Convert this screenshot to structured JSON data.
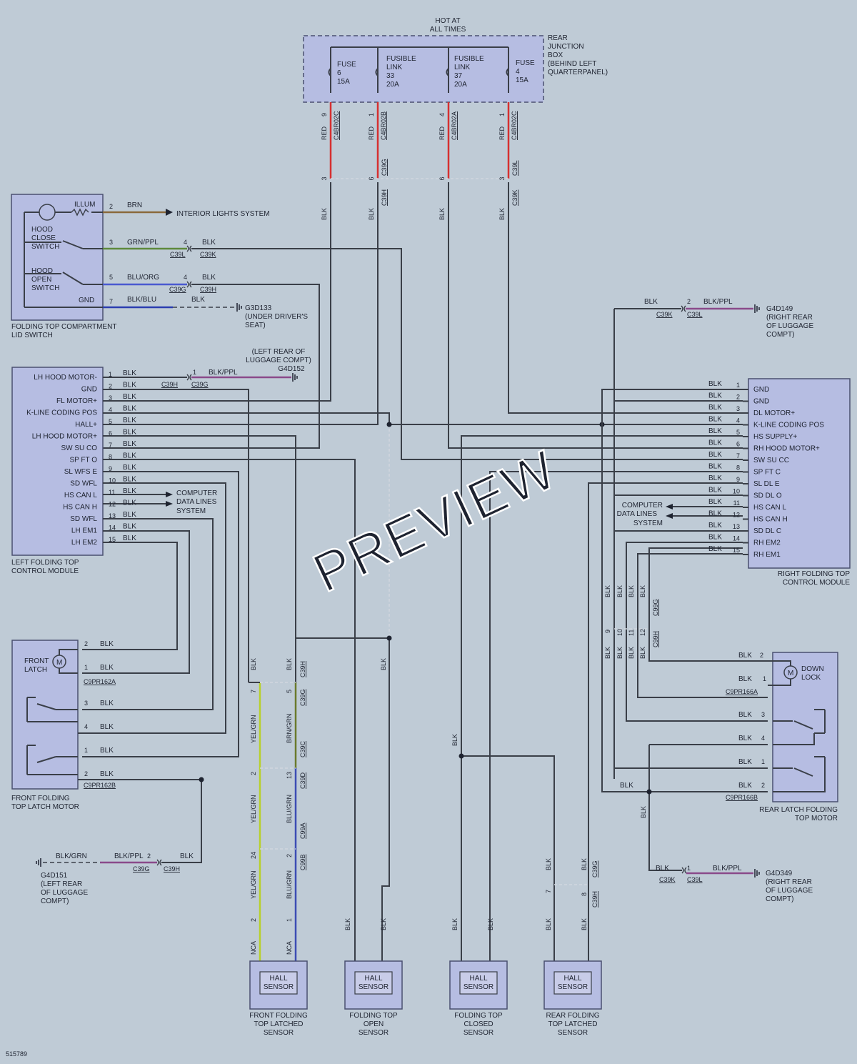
{
  "doc_id": "515789",
  "colors": {
    "red": "#d63030",
    "brn": "#8a6a3c",
    "grn_ppl": "#5e8a3c",
    "blu_org": "#4a5ad0",
    "blk_blu": "#2c3eb0",
    "blk_ppl": "#8a4a8a",
    "yel_grn": "#b8d02c",
    "brn_grn": "#6a7a2c",
    "blu_grn": "#3c4cb4",
    "wire": "#3a3f48"
  },
  "rjb": {
    "hot1": "HOT AT",
    "hot2": "ALL TIMES",
    "label": [
      "REAR",
      "JUNCTION",
      "BOX",
      "(BEHIND LEFT",
      "QUARTERPANEL)"
    ],
    "fuses": [
      {
        "l1": "FUSE",
        "l2": "6",
        "l3": "15A",
        "l4": "",
        "pin": "9",
        "conn": "C4BR02C",
        "color": "RED",
        "pin2": "3",
        "conn2": "",
        "blk": "BLK"
      },
      {
        "l1": "FUSIBLE",
        "l2": "LINK",
        "l3": "33",
        "l4": "20A",
        "pin": "1",
        "conn": "C4BR02B",
        "color": "RED",
        "pin2": "6",
        "conn2": "C39G",
        "conn3": "C39H",
        "blk": "BLK"
      },
      {
        "l1": "FUSIBLE",
        "l2": "LINK",
        "l3": "37",
        "l4": "20A",
        "pin": "4",
        "conn": "C4BR02A",
        "color": "RED",
        "pin2": "6",
        "conn2": "",
        "blk": "BLK"
      },
      {
        "l1": "FUSE",
        "l2": "4",
        "l3": "15A",
        "l4": "",
        "pin": "1",
        "conn": "C4BR02C",
        "color": "RED",
        "pin2": "3",
        "conn2": "C39L",
        "conn3": "C39K",
        "blk": "BLK"
      }
    ]
  },
  "lid": {
    "illum": "ILLUM",
    "hood_close": [
      "HOOD",
      "CLOSE",
      "SWITCH"
    ],
    "hood_open": [
      "HOOD",
      "OPEN",
      "SWITCH"
    ],
    "gnd": "GND",
    "name": [
      "FOLDING TOP COMPARTMENT",
      "LID SWITCH"
    ],
    "pins": [
      {
        "pin": "2",
        "wire": "BRN",
        "dest": "INTERIOR LIGHTS SYSTEM"
      },
      {
        "pin": "3",
        "wire": "GRN/PPL",
        "cpin": "4",
        "c1": "C39L",
        "c2": "C39K",
        "blk": "BLK"
      },
      {
        "pin": "5",
        "wire": "BLU/ORG",
        "cpin": "4",
        "c1": "C39G",
        "c2": "C39H",
        "blk": "BLK"
      },
      {
        "pin": "7",
        "wire": "BLK/BLU",
        "blk": "BLK"
      }
    ],
    "g3d133": [
      "G3D133",
      "(UNDER DRIVER'S",
      "SEAT)"
    ]
  },
  "right_gnd1": {
    "blk": "BLK",
    "pin": "2",
    "wire": "BLK/PPL",
    "c1": "C39K",
    "c2": "C39L",
    "label": [
      "G4D149",
      "(RIGHT REAR",
      "OF LUGGAGE",
      "COMPT)"
    ]
  },
  "left_gnd1": {
    "label": [
      "(LEFT REAR OF",
      "LUGGAGE COMPT)",
      "G4D152"
    ],
    "pin": "1",
    "wire": "BLK/PPL",
    "c1": "C39H",
    "c2": "C39G"
  },
  "lm": {
    "name": [
      "LEFT FOLDING TOP",
      "CONTROL MODULE"
    ],
    "pins": [
      "LH HOOD MOTOR-",
      "GND",
      "FL MOTOR+",
      "K-LINE CODING POS",
      "HALL+",
      "LH HOOD MOTOR+",
      "SW SU CO",
      "SP FT O",
      "SL WFS E",
      "SD WFL",
      "HS CAN L",
      "HS CAN H",
      "SD WFL",
      "LH EM1",
      "LH EM2"
    ],
    "wire": "BLK",
    "cdl": [
      "COMPUTER",
      "DATA LINES",
      "SYSTEM"
    ]
  },
  "rm": {
    "name": [
      "RIGHT FOLDING TOP",
      "CONTROL MODULE"
    ],
    "pins": [
      "GND",
      "GND",
      "DL MOTOR+",
      "K-LINE CODING POS",
      "HS SUPPLY+",
      "RH HOOD MOTOR+",
      "SW SU CC",
      "SP FT C",
      "SL DL E",
      "SD DL O",
      "HS CAN L",
      "HS CAN H",
      "SD DL C",
      "RH EM2",
      "RH EM1"
    ],
    "wire": "BLK",
    "cdl": [
      "COMPUTER",
      "DATA LINES",
      "SYSTEM"
    ]
  },
  "flm": {
    "front_latch": [
      "FRONT",
      "LATCH"
    ],
    "m": "M",
    "c1": "C9PR162A",
    "c2": "C9PR162B",
    "pins": [
      "2",
      "1",
      "3",
      "4",
      "1",
      "2"
    ],
    "blk": "BLK",
    "name": [
      "FRONT FOLDING",
      "TOP LATCH MOTOR"
    ]
  },
  "g4d151": {
    "label": [
      "G4D151",
      "(LEFT REAR",
      "OF LUGGAGE",
      "COMPT)"
    ],
    "w1": "BLK/GRN",
    "w2": "BLK/PPL",
    "pin": "2",
    "c1": "C39G",
    "c2": "C39H",
    "blk": "BLK"
  },
  "rlm": {
    "down_lock": [
      "DOWN",
      "LOCK"
    ],
    "m": "M",
    "c1": "C9PR166A",
    "c2": "C9PR166B",
    "pins": [
      "2",
      "1",
      "3",
      "4",
      "1",
      "2"
    ],
    "blk": "BLK",
    "name": [
      "REAR LATCH FOLDING",
      "TOP MOTOR"
    ]
  },
  "g4d349": {
    "label": [
      "G4D349",
      "(RIGHT REAR",
      "OF LUGGAGE",
      "COMPT)"
    ],
    "blk": "BLK",
    "pin": "1",
    "wire": "BLK/PPL",
    "c1": "C39K",
    "c2": "C39L"
  },
  "right_conn": {
    "pins": [
      "9",
      "10",
      "11",
      "12"
    ],
    "c1": "C99G",
    "c2": "C99H",
    "blk": "BLK"
  },
  "front_sensor_wires": {
    "blk": "BLK",
    "y1": "YEL/GRN",
    "y2": "YEL/GRN",
    "y3": "YEL/GRN",
    "b1": "BRN/GRN",
    "b2": "BLU/GRN",
    "b3": "BLU/GRN",
    "p": [
      "7",
      "5",
      "2",
      "13",
      "24",
      "2",
      "2",
      "1"
    ],
    "c": [
      "C39H",
      "C39G",
      "C39C",
      "C39D",
      "C99A",
      "C99B"
    ],
    "nca": "NCA"
  },
  "rear_sensor_conn": {
    "p1": "7",
    "p2": "8",
    "c1": "C39G",
    "c2": "C39H",
    "blk": "BLK"
  },
  "sensors": [
    {
      "t1": "HALL",
      "t2": "SENSOR",
      "name": [
        "FRONT FOLDING",
        "TOP LATCHED",
        "SENSOR"
      ]
    },
    {
      "t1": "HALL",
      "t2": "SENSOR",
      "name": [
        "FOLDING TOP",
        "OPEN",
        "SENSOR"
      ]
    },
    {
      "t1": "HALL",
      "t2": "SENSOR",
      "name": [
        "FOLDING TOP",
        "CLOSED",
        "SENSOR"
      ]
    },
    {
      "t1": "HALL",
      "t2": "SENSOR",
      "name": [
        "REAR FOLDING",
        "TOP LATCHED",
        "SENSOR"
      ]
    }
  ],
  "watermark": "PREVIEW"
}
